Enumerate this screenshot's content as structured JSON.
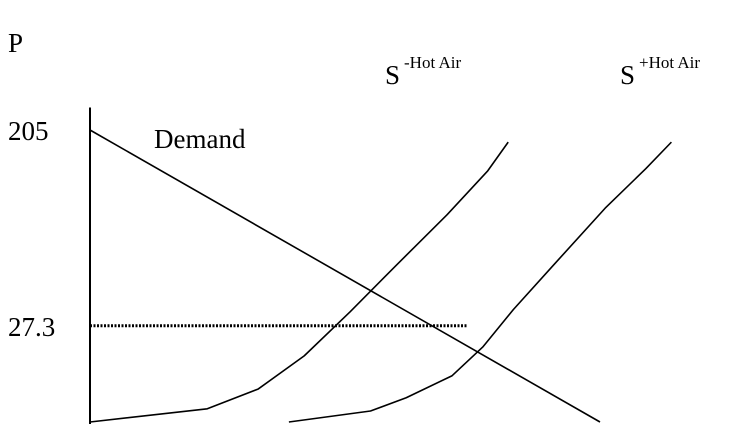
{
  "chart_data": {
    "type": "line",
    "title": "",
    "xlabel": "",
    "ylabel": "P",
    "ylim": [
      -70,
      220
    ],
    "xlim": [
      0,
      100
    ],
    "grid": false,
    "yticks": [
      {
        "value": 205,
        "label": "205"
      },
      {
        "value": 27.3,
        "label": "27.3"
      }
    ],
    "reference_lines": [
      {
        "y": 27.3,
        "x_from": 0,
        "x_to": 74,
        "style": "dotted"
      }
    ],
    "series": [
      {
        "name": "Demand",
        "points": [
          [
            0,
            205
          ],
          [
            100,
            -60
          ]
        ]
      },
      {
        "name": "S -Hot Air",
        "label_main": "S",
        "label_sup": "-Hot Air",
        "points": [
          [
            0,
            -60
          ],
          [
            23,
            -48
          ],
          [
            33,
            -30
          ],
          [
            42,
            0
          ],
          [
            51,
            40
          ],
          [
            60,
            82
          ],
          [
            70,
            128
          ],
          [
            78,
            168
          ],
          [
            82,
            194
          ]
        ]
      },
      {
        "name": "S +Hot Air",
        "label_main": "S",
        "label_sup": "+Hot Air",
        "points": [
          [
            39,
            -60
          ],
          [
            55,
            -50
          ],
          [
            62,
            -38
          ],
          [
            71,
            -18
          ],
          [
            77,
            8
          ],
          [
            83,
            42
          ],
          [
            91,
            83
          ],
          [
            101,
            134
          ],
          [
            109,
            170
          ],
          [
            114,
            194
          ]
        ]
      }
    ]
  }
}
